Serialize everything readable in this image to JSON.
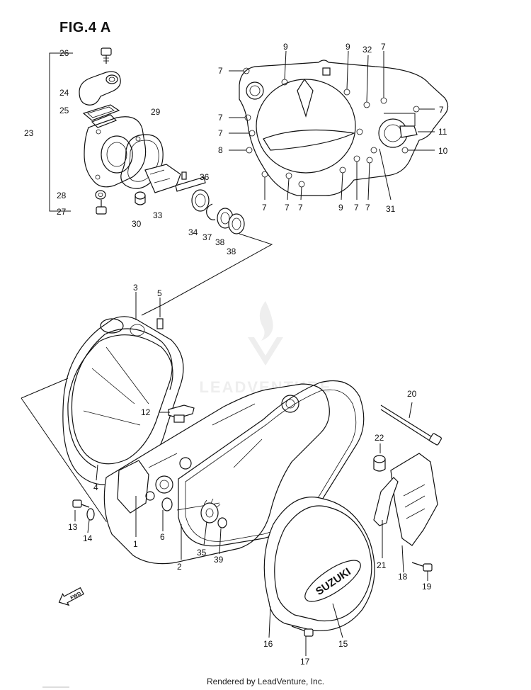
{
  "figure_title": "FIG.4 A",
  "footer": "Rendered by LeadVenture, Inc.",
  "watermark": "LEADVENTURE",
  "fwd_label": "FWD",
  "cover_brand": "SUZUKI",
  "callouts": [
    {
      "id": "c26",
      "label": "26"
    },
    {
      "id": "c24",
      "label": "24"
    },
    {
      "id": "c25",
      "label": "25"
    },
    {
      "id": "c23",
      "label": "23"
    },
    {
      "id": "c29",
      "label": "29"
    },
    {
      "id": "c36",
      "label": "36"
    },
    {
      "id": "c28",
      "label": "28"
    },
    {
      "id": "c27",
      "label": "27"
    },
    {
      "id": "c30",
      "label": "30"
    },
    {
      "id": "c33",
      "label": "33"
    },
    {
      "id": "c34",
      "label": "34"
    },
    {
      "id": "c37",
      "label": "37"
    },
    {
      "id": "c38a",
      "label": "38"
    },
    {
      "id": "c38b",
      "label": "38"
    },
    {
      "id": "c9a",
      "label": "9"
    },
    {
      "id": "c9b",
      "label": "9"
    },
    {
      "id": "c32",
      "label": "32"
    },
    {
      "id": "c7a",
      "label": "7"
    },
    {
      "id": "c7b",
      "label": "7"
    },
    {
      "id": "c7c",
      "label": "7"
    },
    {
      "id": "c7d",
      "label": "7"
    },
    {
      "id": "c7e",
      "label": "7"
    },
    {
      "id": "c8",
      "label": "8"
    },
    {
      "id": "c11",
      "label": "11"
    },
    {
      "id": "c10",
      "label": "10"
    },
    {
      "id": "c7f",
      "label": "7"
    },
    {
      "id": "c7g",
      "label": "7"
    },
    {
      "id": "c7h",
      "label": "7"
    },
    {
      "id": "c9c",
      "label": "9"
    },
    {
      "id": "c7i",
      "label": "7"
    },
    {
      "id": "c7j",
      "label": "7"
    },
    {
      "id": "c31",
      "label": "31"
    },
    {
      "id": "c3",
      "label": "3"
    },
    {
      "id": "c5",
      "label": "5"
    },
    {
      "id": "c12",
      "label": "12"
    },
    {
      "id": "c4",
      "label": "4"
    },
    {
      "id": "c13",
      "label": "13"
    },
    {
      "id": "c14",
      "label": "14"
    },
    {
      "id": "c1",
      "label": "1"
    },
    {
      "id": "c6",
      "label": "6"
    },
    {
      "id": "c2",
      "label": "2"
    },
    {
      "id": "c35",
      "label": "35"
    },
    {
      "id": "c39",
      "label": "39"
    },
    {
      "id": "c20",
      "label": "20"
    },
    {
      "id": "c22",
      "label": "22"
    },
    {
      "id": "c21",
      "label": "21"
    },
    {
      "id": "c18",
      "label": "18"
    },
    {
      "id": "c19",
      "label": "19"
    },
    {
      "id": "c16",
      "label": "16"
    },
    {
      "id": "c15",
      "label": "15"
    },
    {
      "id": "c17",
      "label": "17"
    }
  ]
}
